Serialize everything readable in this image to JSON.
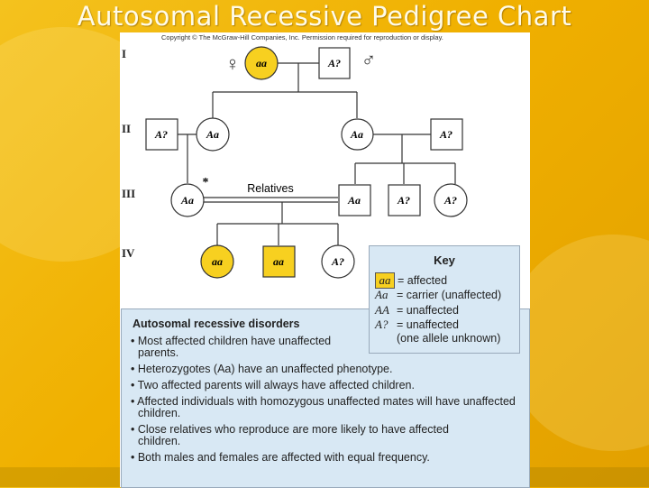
{
  "slide": {
    "title": "Autosomal Recessive Pedigree Chart"
  },
  "figure": {
    "copyright": "Copyright © The McGraw-Hill Companies, Inc. Permission required for reproduction or display.",
    "generations": [
      "I",
      "II",
      "III",
      "IV"
    ],
    "relatives_label": "Relatives",
    "asterisk": "*",
    "symbols": {
      "female": "♀",
      "male": "♂"
    },
    "individuals": {
      "g1_female": "aa",
      "g1_male": "A?",
      "g2_left_spouse": "A?",
      "g2_daughter": "Aa",
      "g2_son": "Aa",
      "g2_right_spouse": "A?",
      "g3_female": "Aa",
      "g3_male": "Aa",
      "g3_sib1": "A?",
      "g3_sib2": "A?",
      "g4_child1": "aa",
      "g4_child2": "aa",
      "g4_child3": "A?"
    },
    "colors": {
      "affected": "#f7d020",
      "box": "#d8e8f4"
    }
  },
  "key": {
    "title": "Key",
    "rows": [
      {
        "symbol": "aa",
        "text": "= affected"
      },
      {
        "symbol": "Aa",
        "text": "= carrier (unaffected)"
      },
      {
        "symbol": "AA",
        "text": "= unaffected"
      },
      {
        "symbol": "A?",
        "text": "= unaffected"
      },
      {
        "symbol": "",
        "text": "(one allele unknown)"
      }
    ]
  },
  "disorders": {
    "title": "Autosomal recessive disorders",
    "bullets": [
      "• Most affected children have unaffected parents.",
      "• Heterozygotes (Aa) have an unaffected phenotype.",
      "• Two affected parents will always have affected children.",
      "• Affected individuals with homozygous unaffected mates will have unaffected children.",
      "• Close relatives who reproduce are more likely to have affected children.",
      "• Both males and females are affected with equal frequency."
    ]
  }
}
